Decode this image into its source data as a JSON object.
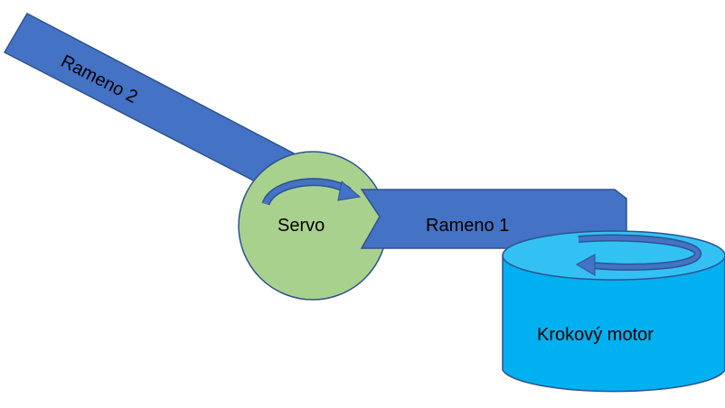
{
  "labels": {
    "arm2": "Rameno 2",
    "servo": "Servo",
    "arm1": "Rameno 1",
    "stepper": "Krokový motor"
  },
  "colors": {
    "arm_fill": "#4472C4",
    "arm_stroke": "#2F528F",
    "servo_fill": "#A9D18E",
    "servo_stroke": "#2F528F",
    "motor_fill": "#00B0F0",
    "motor_stroke": "#2F528F"
  }
}
